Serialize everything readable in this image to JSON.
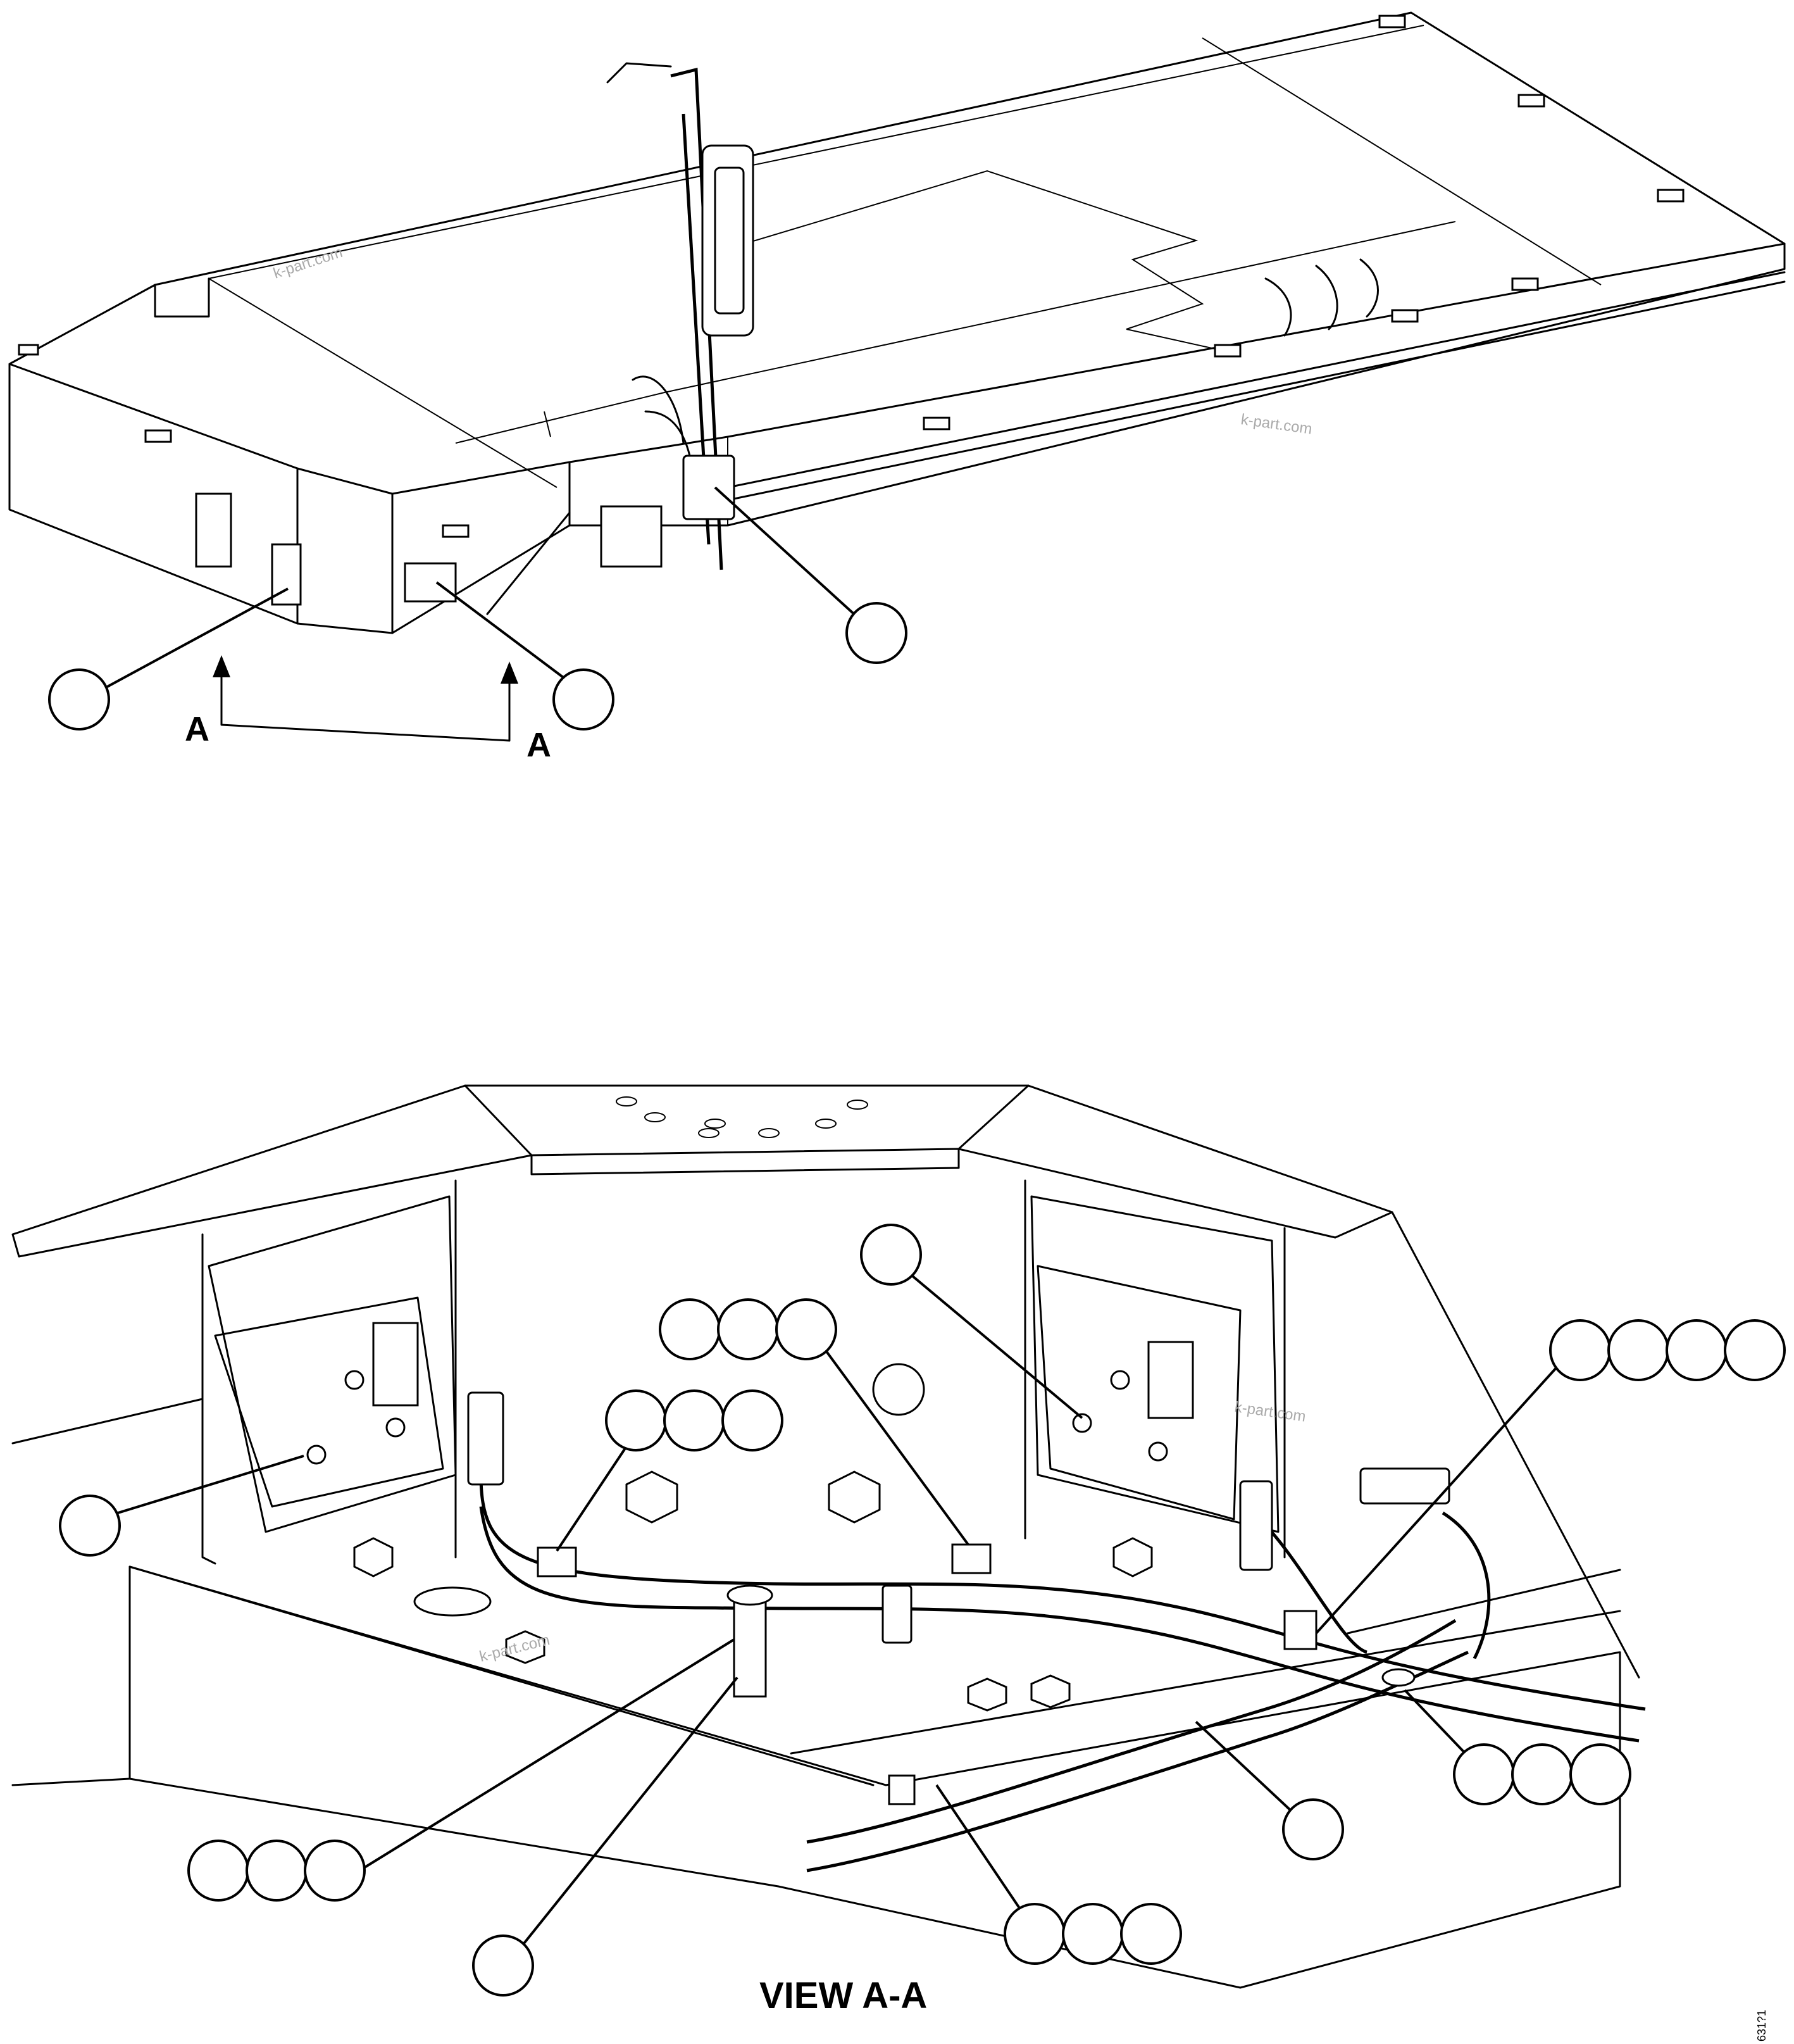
{
  "section_label_left": "A",
  "section_label_right": "A",
  "view_title": "VIEW A-A",
  "watermarks": [
    "k-part.com",
    "k-part.com",
    "k-part.com",
    "k-part.com"
  ],
  "drawing_code": "631?1",
  "callout_groups": {
    "top": [
      1,
      1,
      1
    ],
    "view": [
      1,
      1,
      1,
      1,
      3,
      3,
      3,
      3,
      4,
      3
    ]
  },
  "line_color": "#000000",
  "background_color": "#ffffff"
}
